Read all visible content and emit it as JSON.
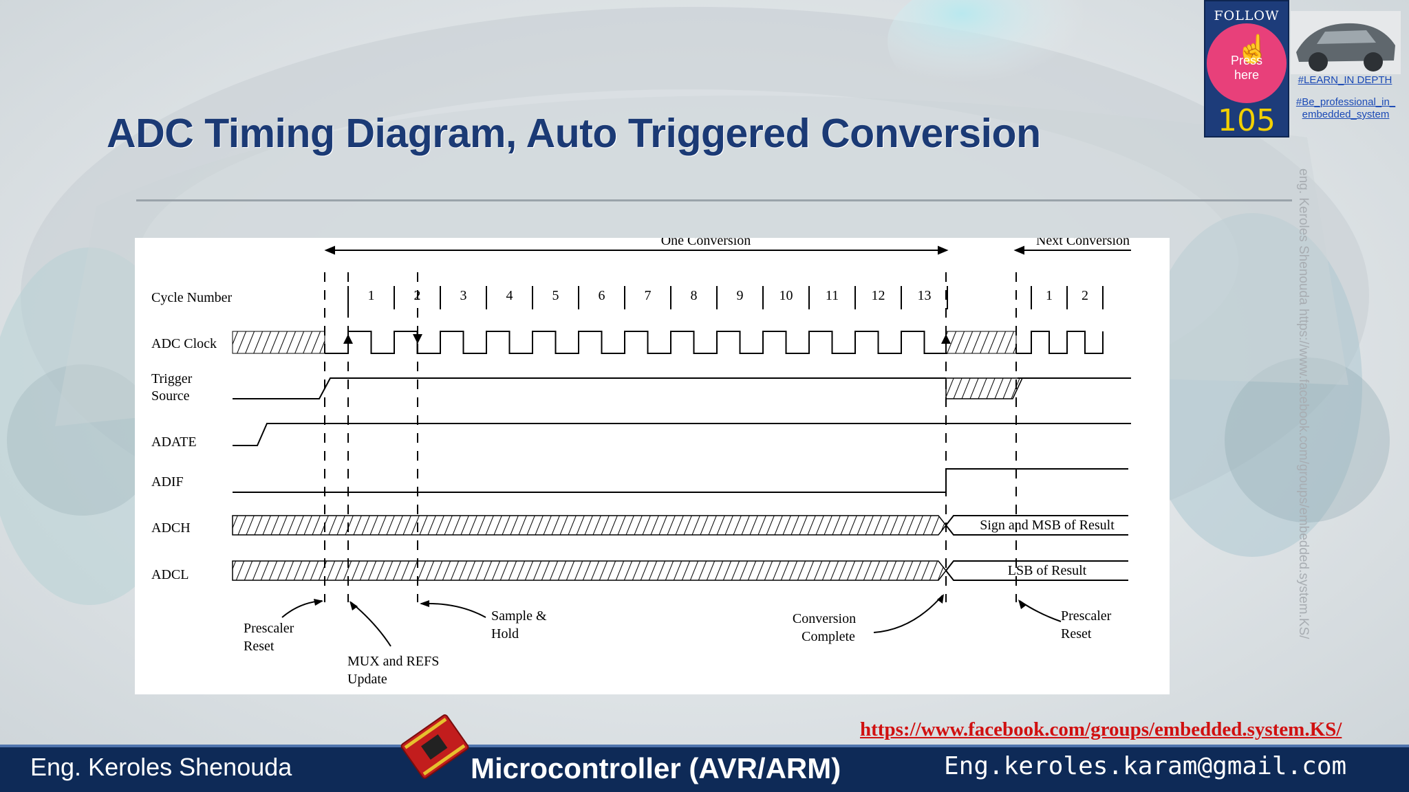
{
  "slide": {
    "title": "ADC Timing Diagram, Auto Triggered Conversion",
    "side_watermark": "eng. Keroles Shenouda   https://www.facebook.com/groups/embedded.system.KS/"
  },
  "follow_badge": {
    "heading": "FOLLOW US",
    "press_label": "Press\nhere",
    "count": "105",
    "tag1": "#LEARN_IN DEPTH",
    "tag2": "#Be_professional_in_ embedded_system"
  },
  "diagram": {
    "conversion_label": "One Conversion",
    "next_conversion_label": "Next Conversion",
    "cycle_number_label": "Cycle Number",
    "cycle_numbers": [
      "1",
      "2",
      "3",
      "4",
      "5",
      "6",
      "7",
      "8",
      "9",
      "10",
      "11",
      "12",
      "13"
    ],
    "next_cycle_numbers": [
      "1",
      "2"
    ],
    "signals": {
      "adc_clock": "ADC Clock",
      "trigger_source_line1": "Trigger",
      "trigger_source_line2": "Source",
      "adate": "ADATE",
      "adif": "ADIF",
      "adch": "ADCH",
      "adcl": "ADCL"
    },
    "adch_result": "Sign and MSB of Result",
    "adcl_result": "LSB of Result",
    "annotations": {
      "prescaler_reset_1a": "Prescaler",
      "prescaler_reset_1b": "Reset",
      "mux_update_a": "MUX and REFS",
      "mux_update_b": "Update",
      "sample_hold_a": "Sample &",
      "sample_hold_b": "Hold",
      "conv_complete_a": "Conversion",
      "conv_complete_b": "Complete",
      "prescaler_reset_2a": "Prescaler",
      "prescaler_reset_2b": "Reset"
    }
  },
  "footer": {
    "facebook_url": "https://www.facebook.com/groups/embedded.system.KS/",
    "author": "Eng. Keroles Shenouda",
    "course": "Microcontroller (AVR/ARM)",
    "email": "Eng.keroles.karam@gmail.com"
  }
}
